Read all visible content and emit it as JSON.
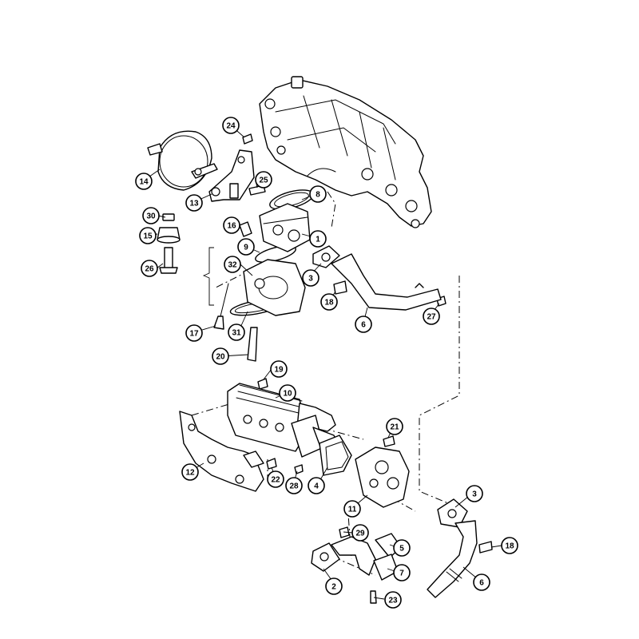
{
  "callouts": [
    "1",
    "2",
    "3",
    "3",
    "4",
    "5",
    "6",
    "6",
    "7",
    "8",
    "9",
    "10",
    "11",
    "12",
    "13",
    "14",
    "15",
    "16",
    "17",
    "18",
    "18",
    "19",
    "20",
    "21",
    "22",
    "23",
    "24",
    "25",
    "26",
    "27",
    "28",
    "29",
    "30",
    "31",
    "32"
  ],
  "colors": {
    "line": "#000000",
    "background": "#ffffff"
  }
}
